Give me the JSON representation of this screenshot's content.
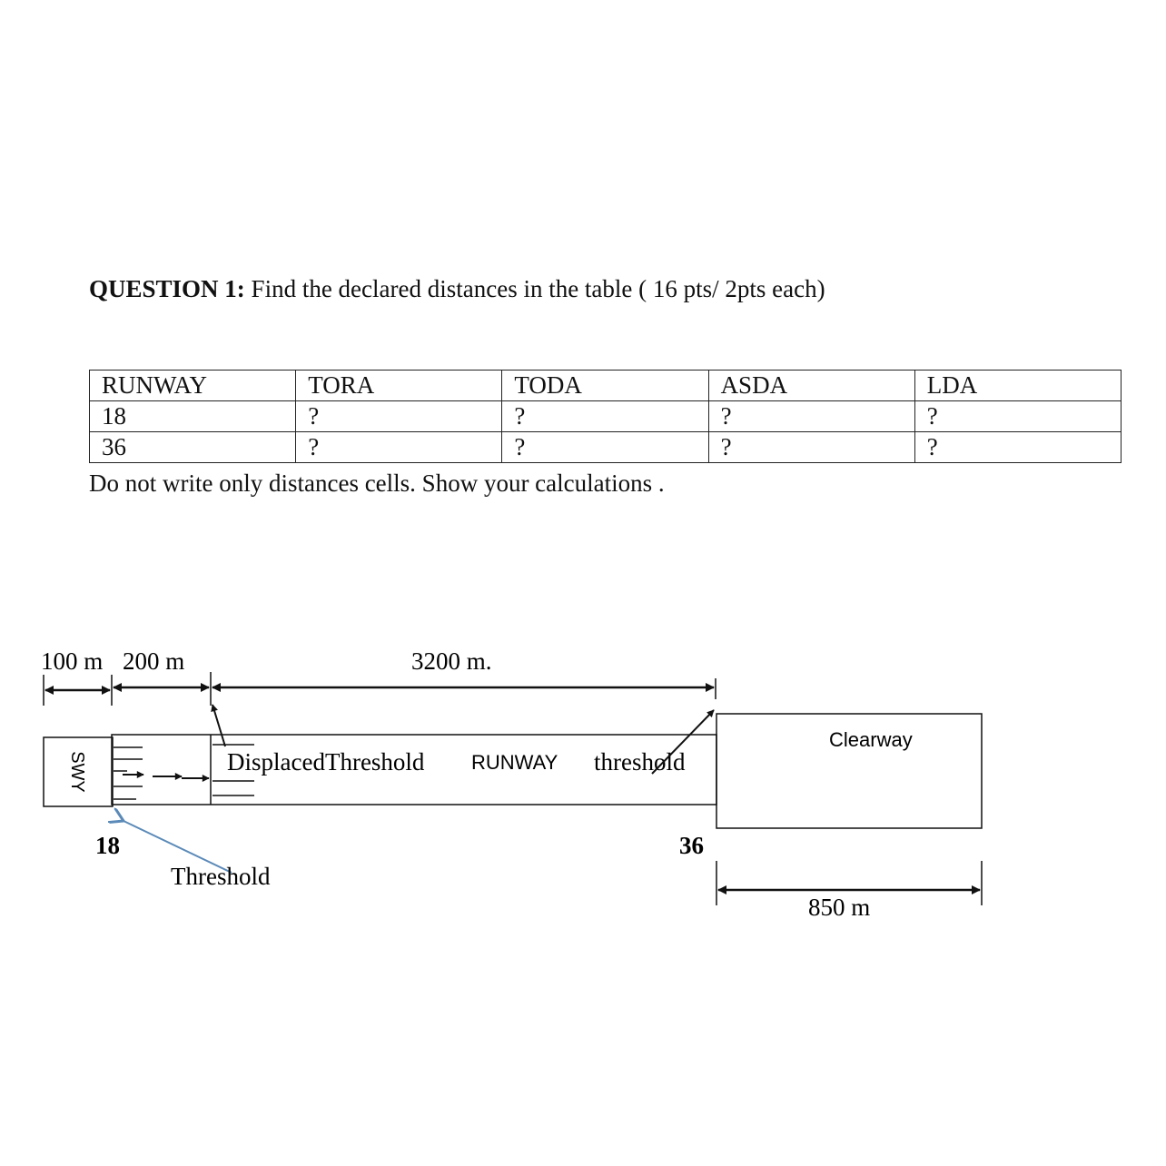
{
  "question": {
    "label": "QUESTION 1:",
    "text": " Find the declared distances in the table  ( 16 pts/ 2pts each)"
  },
  "table": {
    "headers": [
      "RUNWAY",
      "TORA",
      "TODA",
      "ASDA",
      "LDA"
    ],
    "rows": [
      [
        "18",
        "?",
        "?",
        "?",
        "?"
      ],
      [
        "36",
        "?",
        "?",
        "?",
        "?"
      ]
    ]
  },
  "note": "Do not write only distances  cells.  Show your calculations .",
  "diagram": {
    "dim_100": "100 m",
    "dim_200": "200 m",
    "dim_3200": "3200 m.",
    "dim_850": "850 m",
    "swy_label": "SWY",
    "displaced_threshold_label": "DisplacedThreshold",
    "runway_label": "RUNWAY",
    "threshold_right_label": "threshold",
    "clearway_label": "Clearway",
    "end_18": "18",
    "end_36": "36",
    "threshold_left_label": "Threshold",
    "colors": {
      "ink": "#111111",
      "threshold_arrow": "#5b8ab8"
    }
  }
}
